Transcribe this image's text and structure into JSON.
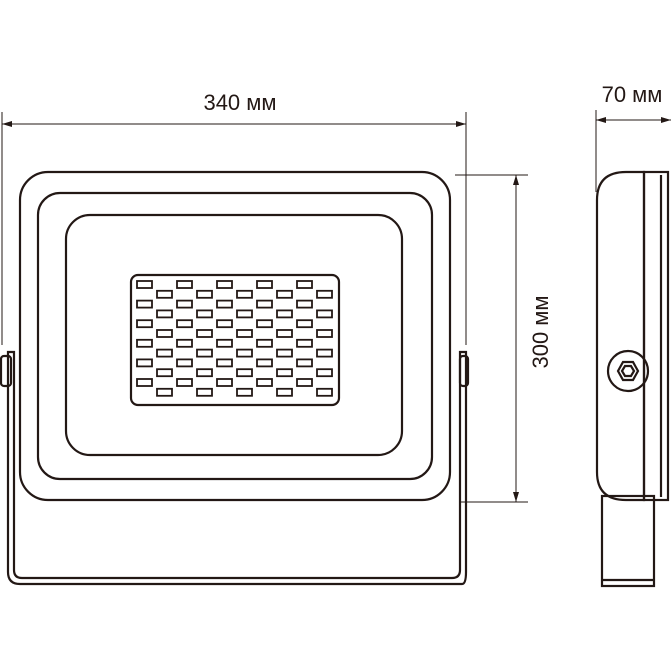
{
  "dimensions": {
    "width_label": "340 мм",
    "height_label": "300 мм",
    "depth_label": "70 мм"
  },
  "led_grid": {
    "rows": 12,
    "columns": 10
  },
  "colors": {
    "line": "#231815",
    "background": "#ffffff"
  }
}
